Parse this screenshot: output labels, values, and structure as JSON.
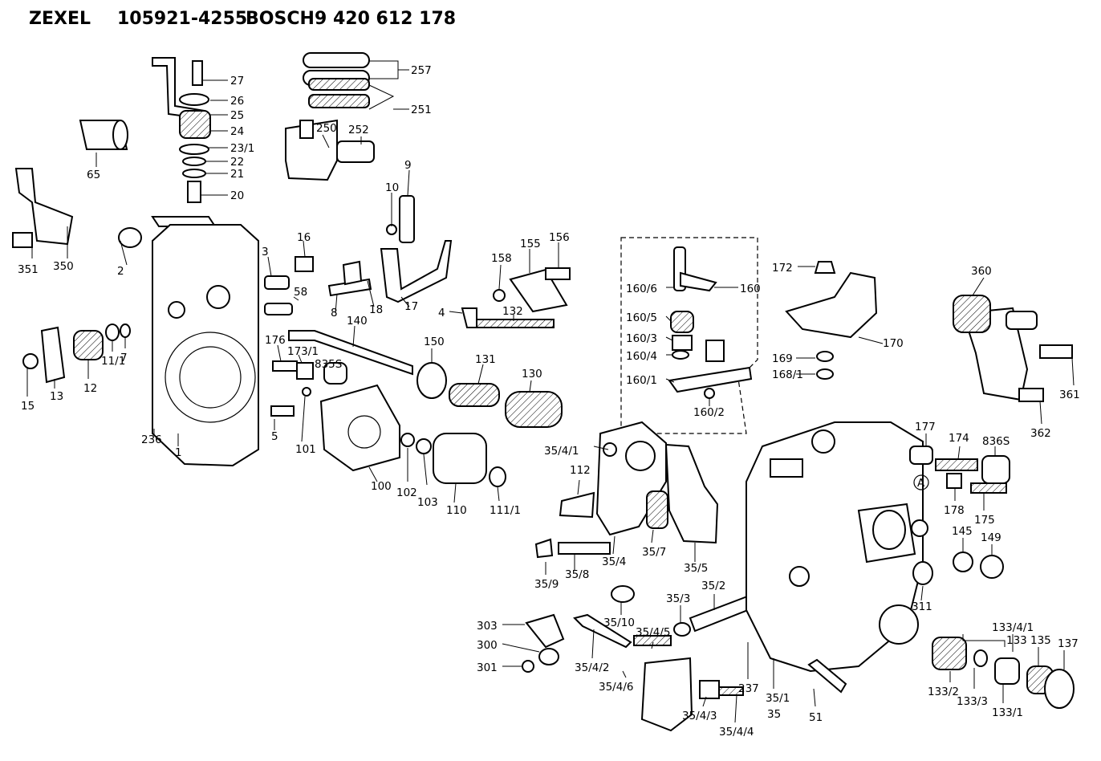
{
  "header": {
    "brand1": "ZEXEL",
    "part1": "105921-4255",
    "brand2": "BOSCH",
    "part2": "9 420 612 178"
  },
  "labels": {
    "l27": "27",
    "l26": "26",
    "l25": "25",
    "l24": "24",
    "l23_1": "23/1",
    "l22": "22",
    "l21": "21",
    "l20": "20",
    "l65": "65",
    "l257": "257",
    "l251": "251",
    "l250": "250",
    "l252": "252",
    "l9": "9",
    "l10": "10",
    "l351": "351",
    "l350": "350",
    "l2": "2",
    "l3": "3",
    "l16": "16",
    "l58": "58",
    "l8": "8",
    "l18": "18",
    "l17": "17",
    "l158": "158",
    "l155": "155",
    "l156": "156",
    "l4": "4",
    "l132": "132",
    "l140": "140",
    "l15": "15",
    "l13": "13",
    "l12": "12",
    "l11_1": "11/1",
    "l7": "7",
    "l176": "176",
    "l173_1": "173/1",
    "l835S": "835S",
    "l150": "150",
    "l131": "131",
    "l130": "130",
    "l236": "236",
    "l1": "1",
    "l5": "5",
    "l101": "101",
    "l100": "100",
    "l102": "102",
    "l103": "103",
    "l110": "110",
    "l111_1": "111/1",
    "l160_6": "160/6",
    "l160": "160",
    "l160_5": "160/5",
    "l160_3": "160/3",
    "l160_4": "160/4",
    "l160_1": "160/1",
    "l160_2": "160/2",
    "l172": "172",
    "l170": "170",
    "l169": "169",
    "l168_1": "168/1",
    "l360": "360",
    "l361": "361",
    "l362": "362",
    "l35_4_1": "35/4/1",
    "l112": "112",
    "l177": "177",
    "l174": "174",
    "l836S": "836S",
    "lA": "A",
    "l178": "178",
    "l175": "175",
    "l145": "145",
    "l149": "149",
    "l35_9": "35/9",
    "l35_8": "35/8",
    "l35_4": "35/4",
    "l35_7": "35/7",
    "l35_5": "35/5",
    "l35_2": "35/2",
    "l35_3": "35/3",
    "l35_10": "35/10",
    "l311": "311",
    "l303": "303",
    "l300": "300",
    "l301": "301",
    "l35_4_2": "35/4/2",
    "l35_4_5": "35/4/5",
    "l35_4_6": "35/4/6",
    "l35_4_3": "35/4/3",
    "l35_4_4": "35/4/4",
    "l237": "237",
    "l35_1": "35/1",
    "l35": "35",
    "l51": "51",
    "l133_4_1": "133/4/1",
    "l133": "133",
    "l135": "135",
    "l137": "137",
    "l133_2": "133/2",
    "l133_3": "133/3",
    "l133_1": "133/1"
  }
}
